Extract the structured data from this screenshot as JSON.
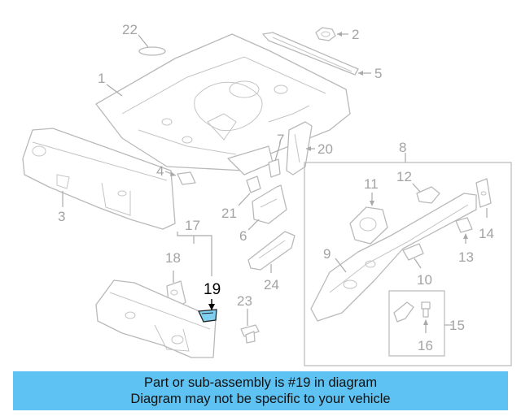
{
  "callouts": {
    "c1": "1",
    "c2": "2",
    "c3": "3",
    "c4": "4",
    "c5": "5",
    "c6": "6",
    "c7": "7",
    "c8": "8",
    "c9": "9",
    "c10": "10",
    "c11": "11",
    "c12": "12",
    "c13": "13",
    "c14": "14",
    "c15": "15",
    "c16": "16",
    "c17": "17",
    "c18": "18",
    "c19": "19",
    "c20": "20",
    "c21": "21",
    "c22": "22",
    "c23": "23",
    "c24": "24"
  },
  "highlighted_part": "19",
  "colors": {
    "banner": "#5ec2f2",
    "highlight_fill": "#7fd0f0",
    "line_art": "#b9b9b9"
  },
  "banner": {
    "line1": "Part or sub-assembly is #19 in diagram",
    "line2": "Diagram may not be specific to your vehicle"
  }
}
